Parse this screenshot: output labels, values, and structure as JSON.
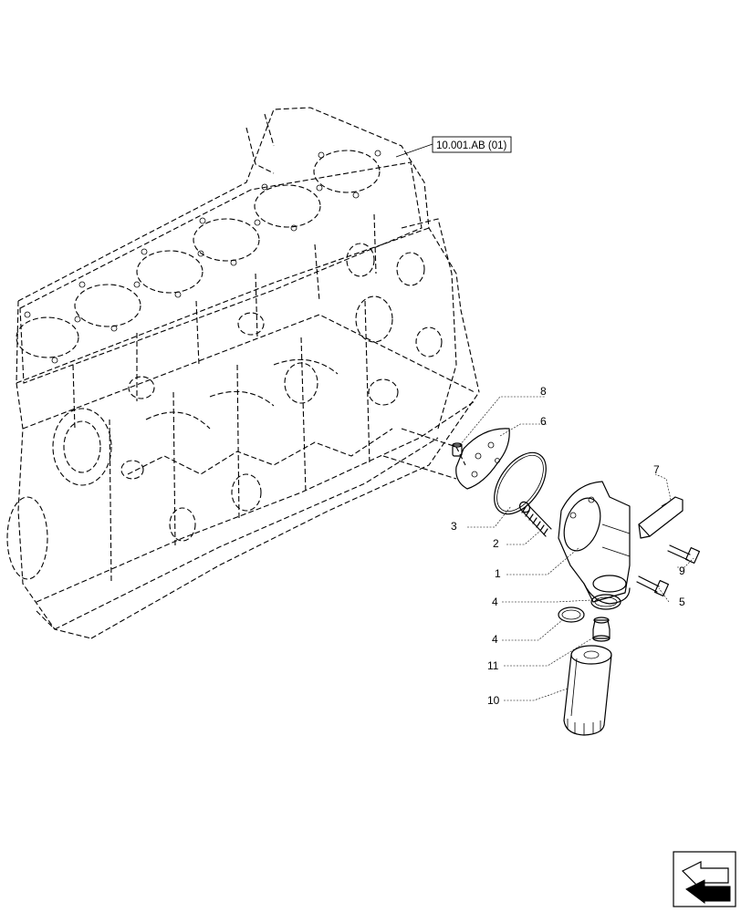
{
  "reference": "10.001.AB (01)",
  "callouts": [
    {
      "id": "c8",
      "text": "8"
    },
    {
      "id": "c6",
      "text": "6"
    },
    {
      "id": "c7",
      "text": "7"
    },
    {
      "id": "c3",
      "text": "3"
    },
    {
      "id": "c2",
      "text": "2"
    },
    {
      "id": "c1",
      "text": "1"
    },
    {
      "id": "c9",
      "text": "9"
    },
    {
      "id": "c5",
      "text": "5"
    },
    {
      "id": "c4a",
      "text": "4"
    },
    {
      "id": "c4b",
      "text": "4"
    },
    {
      "id": "c11",
      "text": "11"
    },
    {
      "id": "c10",
      "text": "10"
    }
  ],
  "icons": {
    "nav": "next-page-arrow-icon"
  }
}
